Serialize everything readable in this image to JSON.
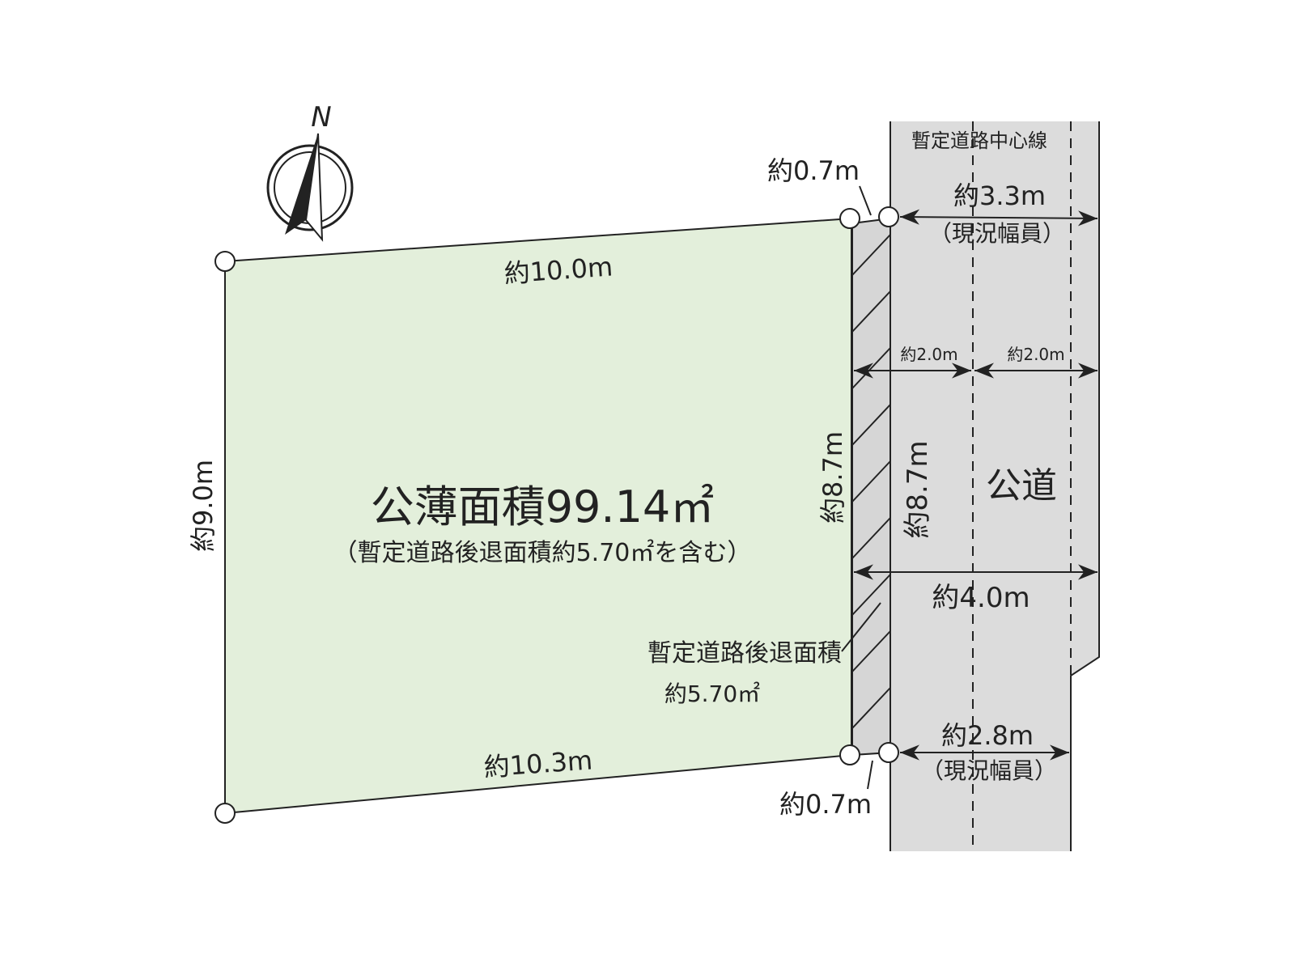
{
  "compass": {
    "north_label": "N"
  },
  "lot": {
    "area_title": "公薄面積99.14㎡",
    "area_note": "（暫定道路後退面積約5.70㎡を含む）",
    "top_side": "約10.0m",
    "bottom_side": "約10.3m",
    "left_side": "約9.0m",
    "right_side": "約8.7m",
    "fill_color": "#e3efdb"
  },
  "setback": {
    "label_line1": "暫定道路後退面積",
    "label_line2": "約5.70㎡",
    "top_offset": "約0.7m",
    "bottom_offset": "約0.7m",
    "length": "約8.7m"
  },
  "road": {
    "name": "公道",
    "centerline_label": "暫定道路中心線",
    "top_width": "約3.3m",
    "top_width_note": "（現況幅員）",
    "bottom_width": "約2.8m",
    "bottom_width_note": "（現況幅員）",
    "half_left": "約2.0m",
    "half_right": "約2.0m",
    "full_width": "約4.0m",
    "fill_color": "#dcdcdc"
  }
}
